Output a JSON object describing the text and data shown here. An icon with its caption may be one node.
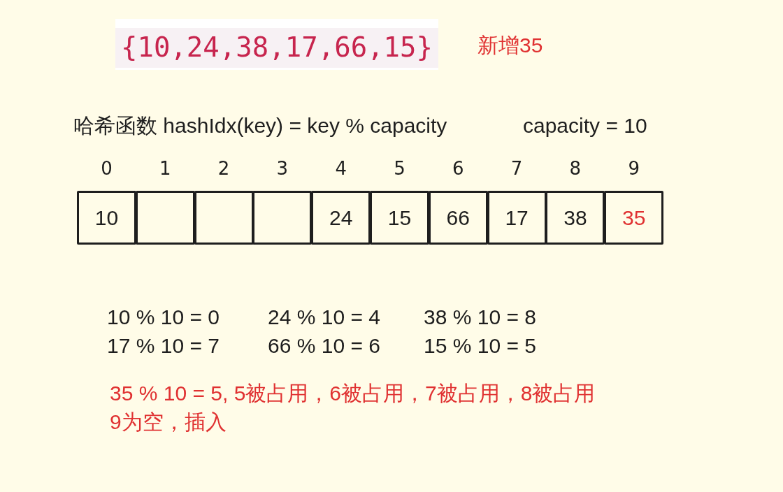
{
  "diagram": {
    "nodes": [
      {
        "text": [
          "{10,24,38,17,66,15}"
        ]
      },
      {
        "text": [
          "10"
        ],
        "beside": [
          "0"
        ]
      },
      {
        "text": [],
        "shape": "box",
        "beside": [
          "1"
        ]
      },
      {
        "text": [],
        "shape": "box",
        "beside": [
          "2"
        ]
      },
      {
        "text": [],
        "shape": "box",
        "beside": [
          "3"
        ]
      },
      {
        "text": [
          "24"
        ],
        "beside": [
          "4"
        ]
      },
      {
        "text": [
          "15"
        ],
        "beside": [
          "5"
        ]
      },
      {
        "text": [
          "66"
        ],
        "beside": [
          "6"
        ]
      },
      {
        "text": [
          "17"
        ],
        "beside": [
          "7"
        ]
      },
      {
        "text": [
          "38"
        ],
        "beside": [
          "8"
        ]
      },
      {
        "text": [
          "35"
        ],
        "beside": [
          "9"
        ]
      }
    ],
    "labels": [
      "新增35",
      "哈希函数 hashIdx(key) = key % capacity",
      "capacity = 10",
      "10 % 10 = 0",
      "24 % 10 = 4",
      "38 % 10 = 8",
      "17 % 10 = 7",
      "66 % 10 = 6",
      "15 % 10 = 5",
      "35 % 10 = 5, 5被占用，6被占用，7被占用，8被占用",
      "9为空，插入"
    ]
  }
}
